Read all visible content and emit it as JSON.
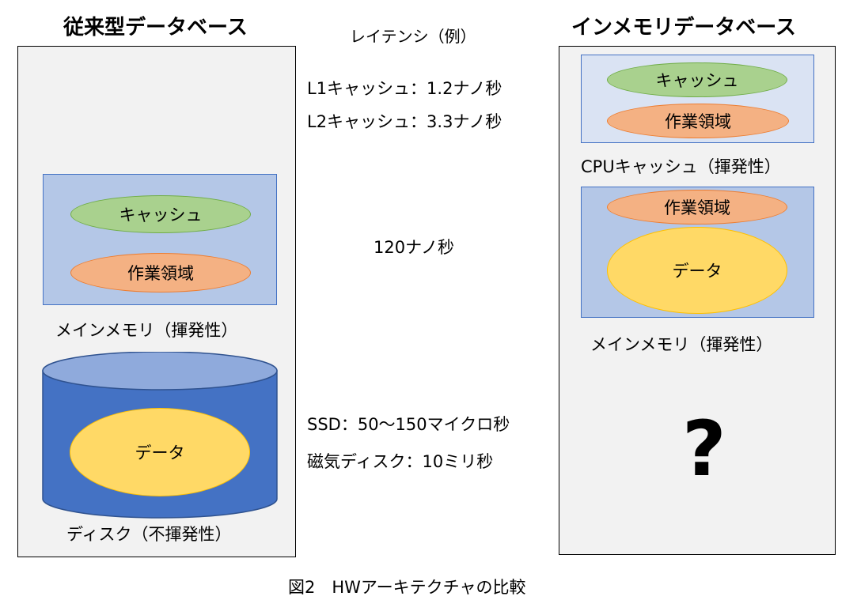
{
  "left": {
    "title": "従来型データベース",
    "memory": {
      "cache": "キャッシュ",
      "work": "作業領域",
      "label": "メインメモリ（揮発性）"
    },
    "disk": {
      "data": "データ",
      "label": "ディスク（不揮発性）"
    }
  },
  "middle": {
    "title": "レイテンシ（例）",
    "l1": "L1キャッシュ：1.2ナノ秒",
    "l2": "L2キャッシュ：3.3ナノ秒",
    "mem": "120ナノ秒",
    "ssd": "SSD：50〜150マイクロ秒",
    "disk": "磁気ディスク：10ミリ秒"
  },
  "right": {
    "title": "インメモリデータベース",
    "cpu": {
      "cache": "キャッシュ",
      "work": "作業領域",
      "label": "CPUキャッシュ（揮発性）"
    },
    "memory": {
      "work": "作業領域",
      "data": "データ",
      "label": "メインメモリ（揮発性）"
    },
    "unknown": "?"
  },
  "caption": "図2　HWアーキテクチャの比較",
  "colors": {
    "panel": "#f2f2f2",
    "light_blue_box": "#dae3f3",
    "mid_blue_box": "#b4c7e7",
    "disk_body": "#4472c4",
    "disk_top": "#8faadc",
    "green_oval": "#a9d18e",
    "orange_oval": "#f4b183",
    "yellow_oval": "#ffd966"
  }
}
